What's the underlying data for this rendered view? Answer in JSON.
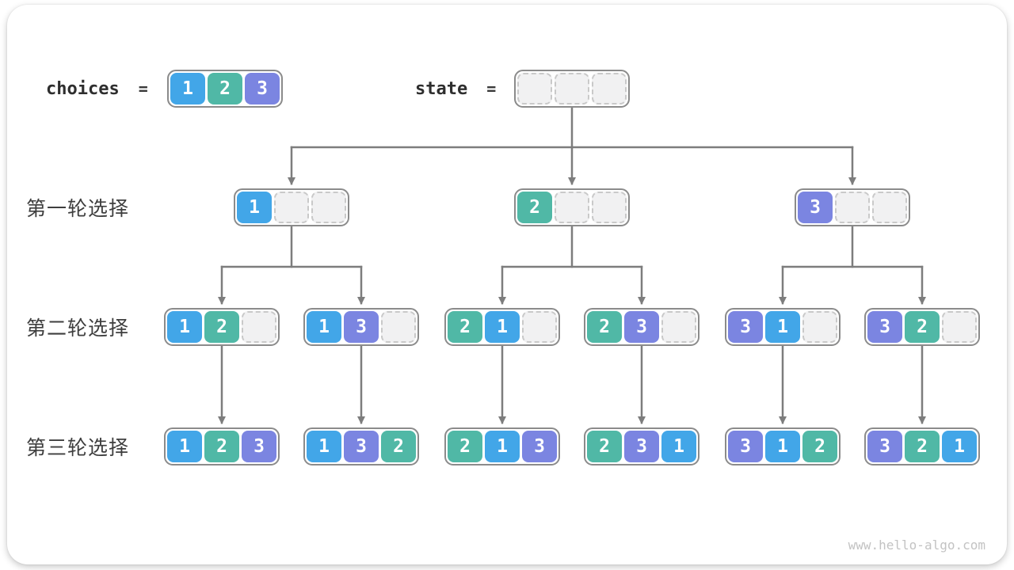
{
  "palette": {
    "1": "#42A6E8",
    "2": "#50B8A6",
    "3": "#7B85E1"
  },
  "colors": {
    "container_border": "#8b8b8b",
    "arrow": "#7d7d7d",
    "empty_cell_fill": "#f1f1f2",
    "empty_cell_border": "#c9c9c9",
    "label_text": "#3e3e3e",
    "code_text": "#2e2e2e",
    "watermark_text": "#c3c3c3"
  },
  "top": {
    "choices": {
      "label": "choices",
      "equals": "=",
      "cells": [
        "1",
        "2",
        "3"
      ]
    },
    "state": {
      "label": "state",
      "equals": "=",
      "cells": [
        null,
        null,
        null
      ]
    }
  },
  "rows": [
    {
      "label": "第一轮选择",
      "boxes": [
        [
          "1",
          null,
          null
        ],
        [
          "2",
          null,
          null
        ],
        [
          "3",
          null,
          null
        ]
      ]
    },
    {
      "label": "第二轮选择",
      "boxes": [
        [
          "1",
          "2",
          null
        ],
        [
          "1",
          "3",
          null
        ],
        [
          "2",
          "1",
          null
        ],
        [
          "2",
          "3",
          null
        ],
        [
          "3",
          "1",
          null
        ],
        [
          "3",
          "2",
          null
        ]
      ]
    },
    {
      "label": "第三轮选择",
      "boxes": [
        [
          "1",
          "2",
          "3"
        ],
        [
          "1",
          "3",
          "2"
        ],
        [
          "2",
          "1",
          "3"
        ],
        [
          "2",
          "3",
          "1"
        ],
        [
          "3",
          "1",
          "2"
        ],
        [
          "3",
          "2",
          "1"
        ]
      ]
    }
  ],
  "watermark": "www.hello-algo.com"
}
